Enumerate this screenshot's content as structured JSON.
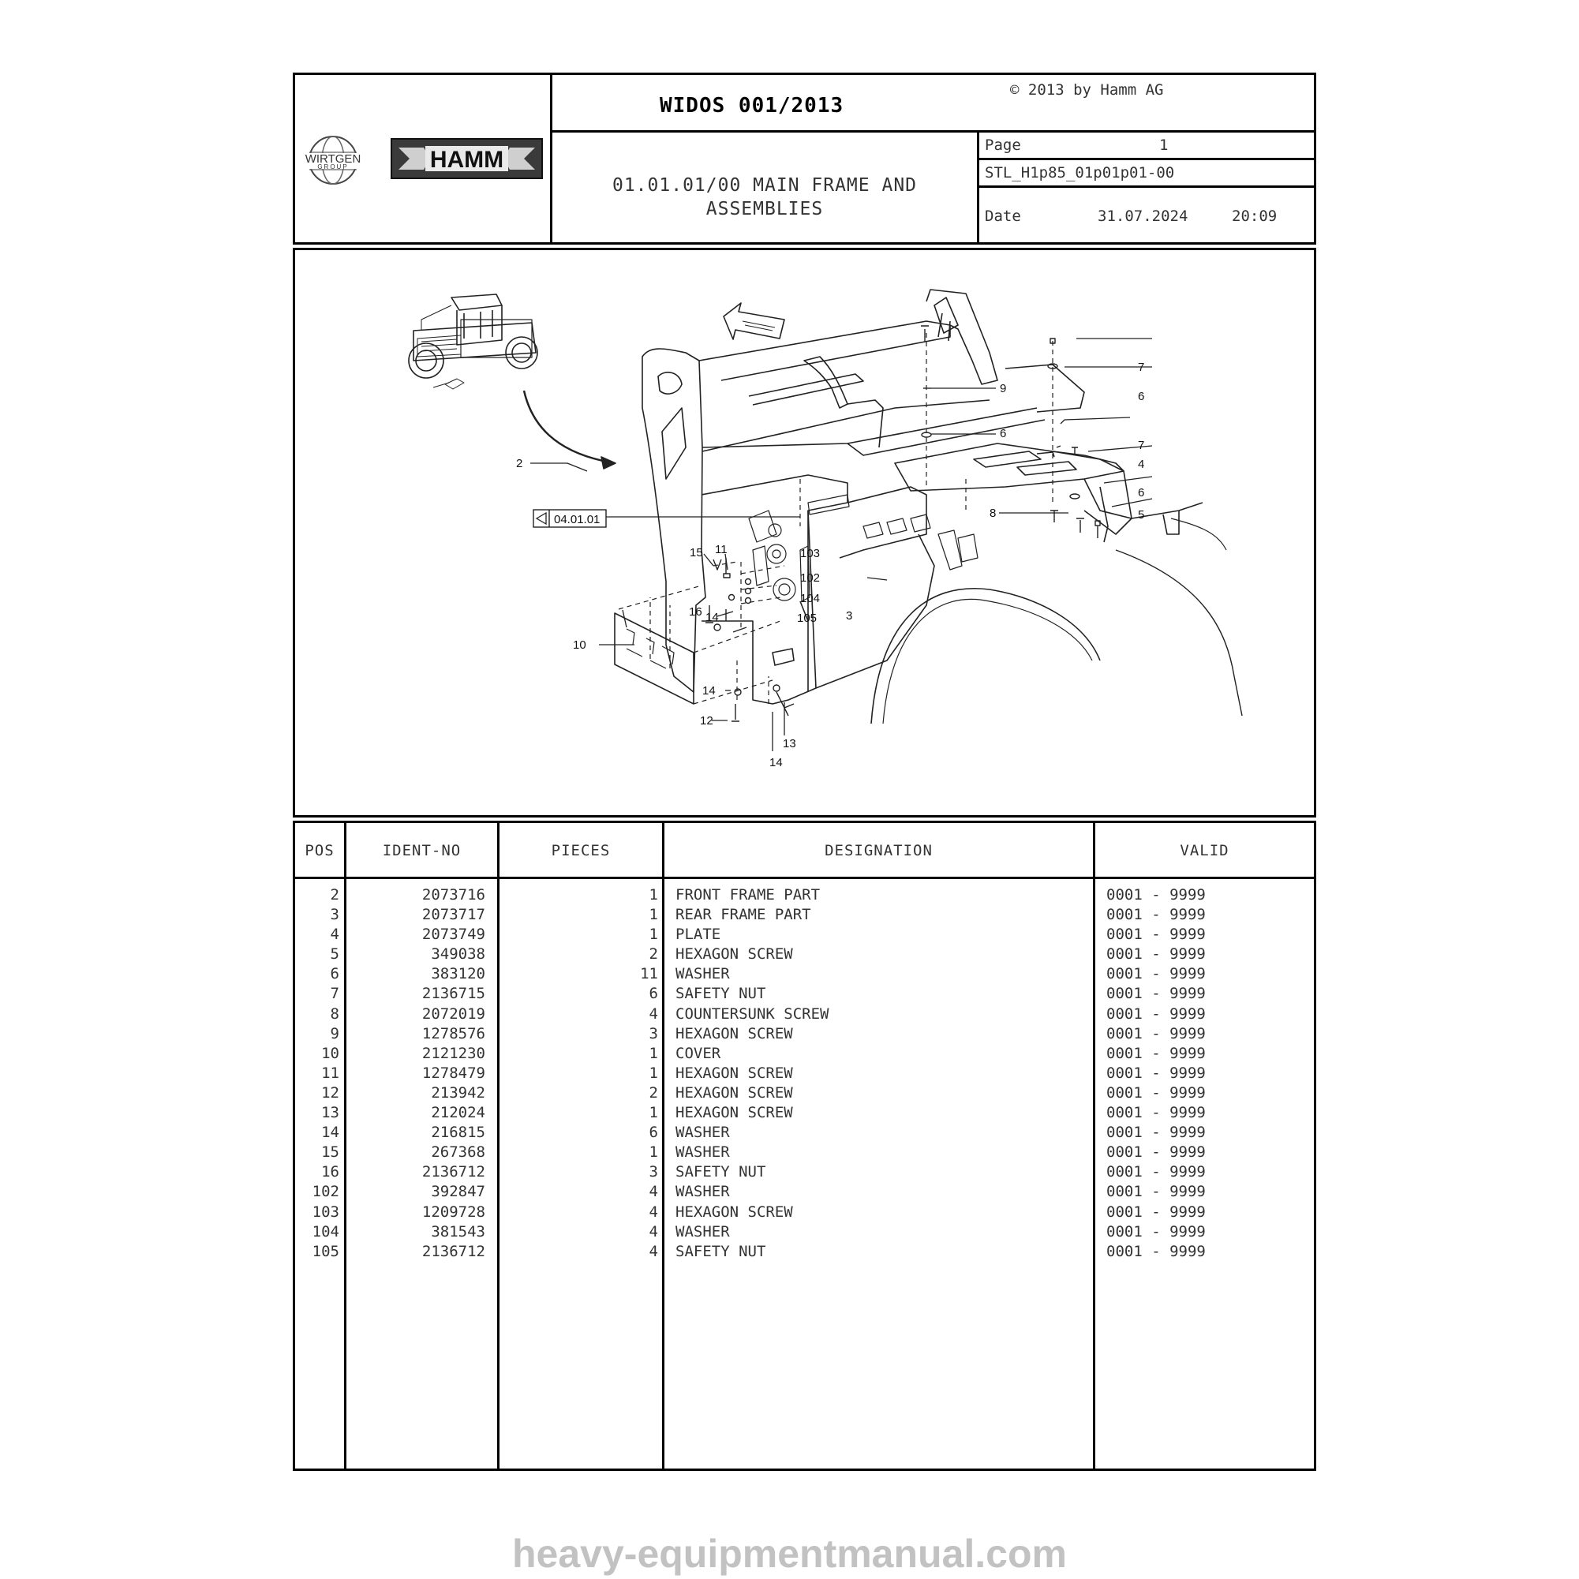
{
  "header": {
    "brand_left": "WIRTGEN",
    "brand_left_sub": "GROUP",
    "brand_main": "HAMM",
    "title": "WIDOS 001/2013",
    "copyright": "© 2013 by Hamm AG",
    "description_line1": "01.01.01/00 MAIN FRAME AND",
    "description_line2": "ASSEMBLIES",
    "page_label": "Page",
    "page_value": "1",
    "doc_code": "STL_H1p85_01p01p01-00",
    "date_label": "Date",
    "date_value": "31.07.2024",
    "time_value": "20:09"
  },
  "figure": {
    "reference_box": "04.01.01",
    "callouts": [
      "2",
      "3",
      "4",
      "5",
      "6",
      "6",
      "6",
      "7",
      "7",
      "8",
      "9",
      "10",
      "11",
      "12",
      "13",
      "14",
      "14",
      "14",
      "15",
      "16",
      "102",
      "103",
      "104",
      "105"
    ]
  },
  "table": {
    "headers": {
      "pos": "POS",
      "ident": "IDENT-NO",
      "pieces": "PIECES",
      "designation": "DESIGNATION",
      "valid": "VALID"
    },
    "rows": [
      {
        "pos": "2",
        "ident": "2073716",
        "pieces": "1",
        "designation": "FRONT FRAME PART",
        "valid": "0001 - 9999"
      },
      {
        "pos": "3",
        "ident": "2073717",
        "pieces": "1",
        "designation": "REAR FRAME PART",
        "valid": "0001 - 9999"
      },
      {
        "pos": "4",
        "ident": "2073749",
        "pieces": "1",
        "designation": "PLATE",
        "valid": "0001 - 9999"
      },
      {
        "pos": "5",
        "ident": "349038",
        "pieces": "2",
        "designation": "HEXAGON SCREW",
        "valid": "0001 - 9999"
      },
      {
        "pos": "6",
        "ident": "383120",
        "pieces": "11",
        "designation": "WASHER",
        "valid": "0001 - 9999"
      },
      {
        "pos": "7",
        "ident": "2136715",
        "pieces": "6",
        "designation": "SAFETY NUT",
        "valid": "0001 - 9999"
      },
      {
        "pos": "8",
        "ident": "2072019",
        "pieces": "4",
        "designation": "COUNTERSUNK SCREW",
        "valid": "0001 - 9999"
      },
      {
        "pos": "9",
        "ident": "1278576",
        "pieces": "3",
        "designation": "HEXAGON SCREW",
        "valid": "0001 - 9999"
      },
      {
        "pos": "10",
        "ident": "2121230",
        "pieces": "1",
        "designation": "COVER",
        "valid": "0001 - 9999"
      },
      {
        "pos": "11",
        "ident": "1278479",
        "pieces": "1",
        "designation": "HEXAGON SCREW",
        "valid": "0001 - 9999"
      },
      {
        "pos": "12",
        "ident": "213942",
        "pieces": "2",
        "designation": "HEXAGON SCREW",
        "valid": "0001 - 9999"
      },
      {
        "pos": "13",
        "ident": "212024",
        "pieces": "1",
        "designation": "HEXAGON SCREW",
        "valid": "0001 - 9999"
      },
      {
        "pos": "14",
        "ident": "216815",
        "pieces": "6",
        "designation": "WASHER",
        "valid": "0001 - 9999"
      },
      {
        "pos": "15",
        "ident": "267368",
        "pieces": "1",
        "designation": "WASHER",
        "valid": "0001 - 9999"
      },
      {
        "pos": "16",
        "ident": "2136712",
        "pieces": "3",
        "designation": "SAFETY NUT",
        "valid": "0001 - 9999"
      },
      {
        "pos": "102",
        "ident": "392847",
        "pieces": "4",
        "designation": "WASHER",
        "valid": "0001 - 9999"
      },
      {
        "pos": "103",
        "ident": "1209728",
        "pieces": "4",
        "designation": "HEXAGON SCREW",
        "valid": "0001 - 9999"
      },
      {
        "pos": "104",
        "ident": "381543",
        "pieces": "4",
        "designation": "WASHER",
        "valid": "0001 - 9999"
      },
      {
        "pos": "105",
        "ident": "2136712",
        "pieces": "4",
        "designation": "SAFETY NUT",
        "valid": "0001 - 9999"
      }
    ]
  },
  "watermark": "heavy-equipmentmanual.com"
}
